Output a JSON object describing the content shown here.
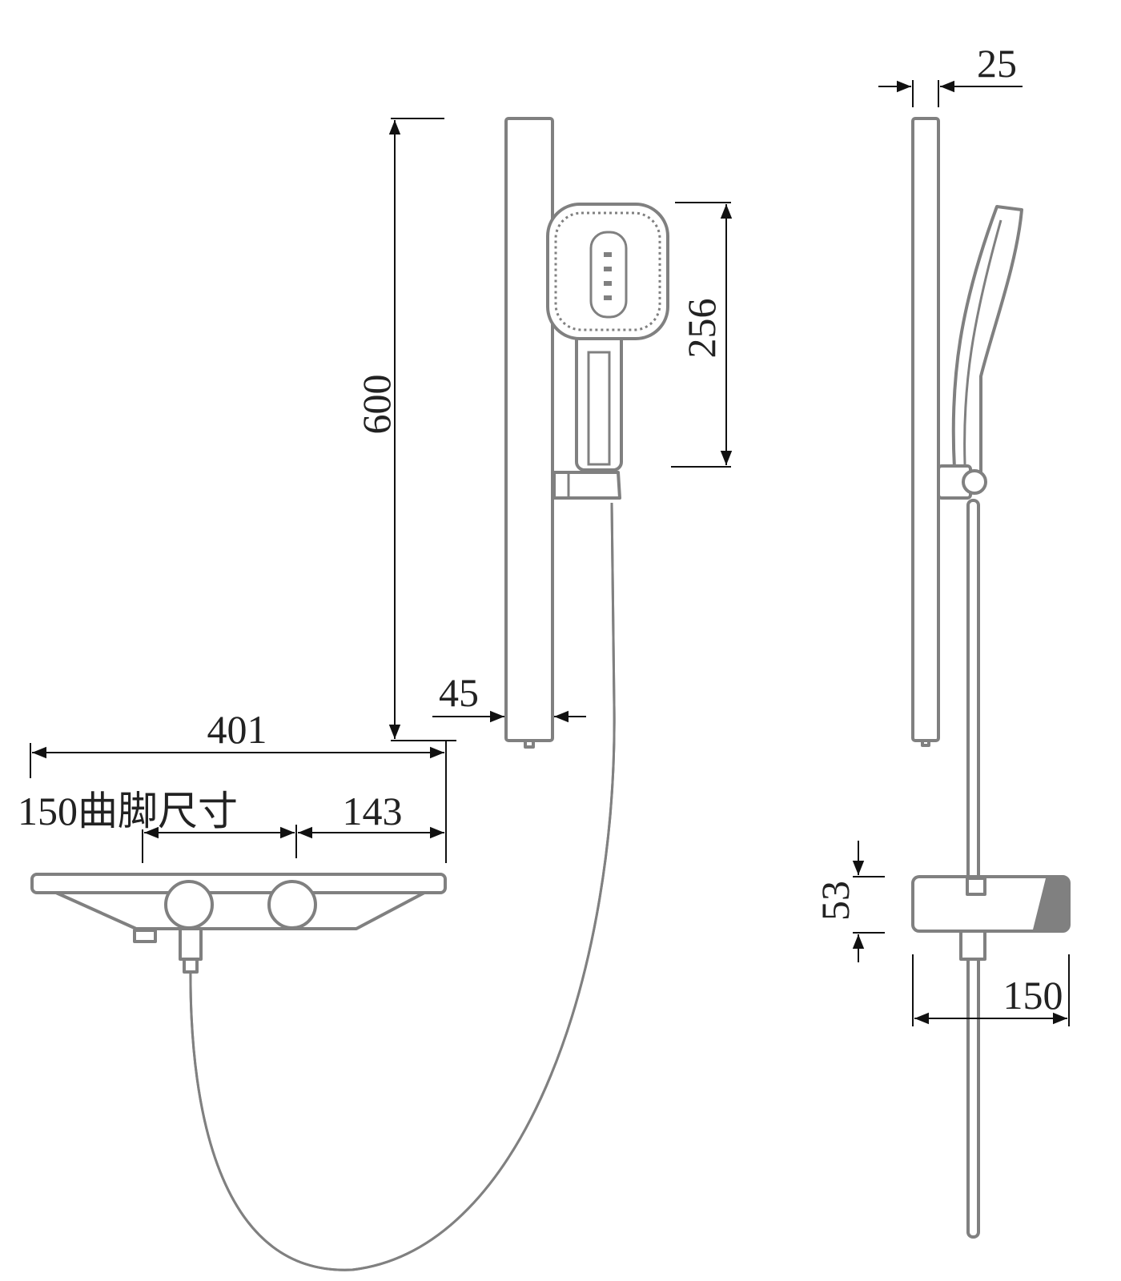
{
  "dimensions": {
    "rail_height": "600",
    "hand_shower_length": "256",
    "rail_width": "45",
    "shelf_width": "401",
    "leg_spacing_label": "150曲脚尺寸",
    "offset": "143",
    "side_rail_depth": "25",
    "shelf_height": "53",
    "shelf_depth": "150"
  },
  "colors": {
    "part_stroke": "#808080",
    "dimension_line": "#111111"
  }
}
